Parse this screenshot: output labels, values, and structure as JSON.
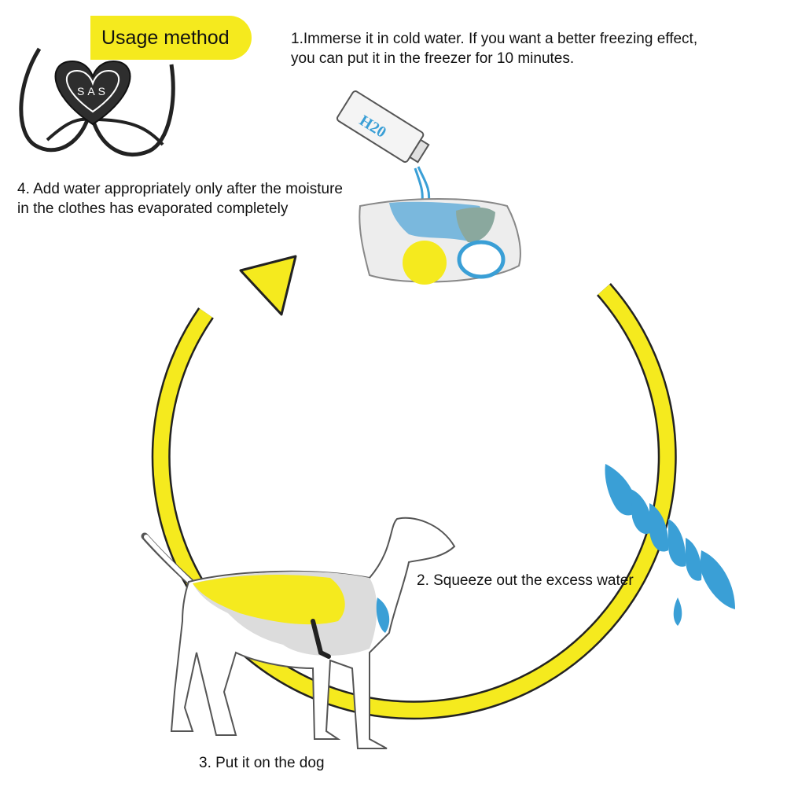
{
  "header": {
    "title": "Usage method"
  },
  "logo": {
    "text": "SAS"
  },
  "steps": {
    "step1": {
      "line1": "1.Immerse it in cold water. If you want a better freezing effect,",
      "line2": "you can put it in the freezer for 10 minutes."
    },
    "step2": {
      "text": "2. Squeeze out the excess water"
    },
    "step3": {
      "text": "3. Put it on the dog"
    },
    "step4": {
      "line1": "4. Add water appropriately only after the moisture",
      "line2": "in the clothes has evaporated completely"
    }
  },
  "bottle": {
    "label": "H20"
  },
  "colors": {
    "accent_yellow": "#f5ea1e",
    "water_blue": "#3a9fd6",
    "outline": "#222222"
  }
}
